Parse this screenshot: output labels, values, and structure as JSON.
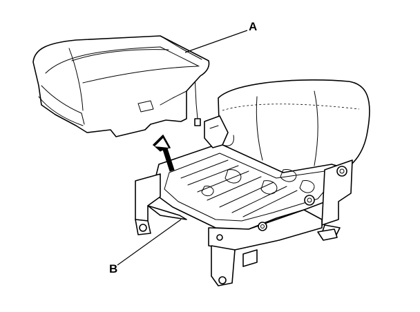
{
  "diagram": {
    "callouts": [
      {
        "id": "a",
        "label": "A"
      },
      {
        "id": "b",
        "label": "B"
      }
    ],
    "colors": {
      "line": "#000000",
      "background": "#ffffff"
    }
  }
}
